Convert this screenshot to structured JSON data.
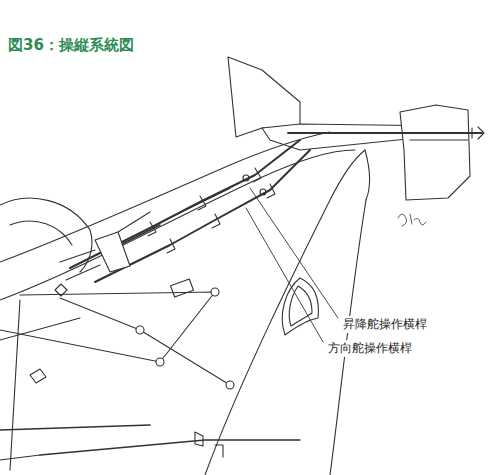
{
  "diagram": {
    "title": "図36：操縦系統図",
    "labels": [
      "昇降舵操作横桿",
      "方向舵操作横桿"
    ]
  }
}
